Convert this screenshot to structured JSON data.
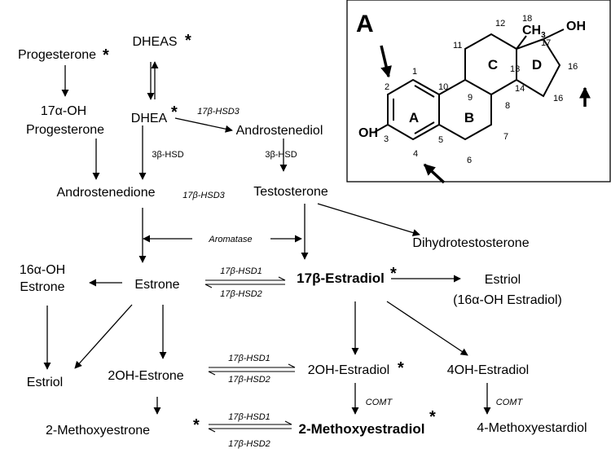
{
  "metabolites": {
    "progesterone": "Progesterone",
    "dheas": "DHEAS",
    "oh17_progesterone_1": "17α-OH",
    "oh17_progesterone_2": "Progesterone",
    "dhea": "DHEA",
    "androstenediol": "Androstenediol",
    "androstenedione": "Androstenedione",
    "testosterone": "Testosterone",
    "dihydrotestosterone": "Dihydrotestosterone",
    "oh16_estrone_1": "16α-OH",
    "oh16_estrone_2": "Estrone",
    "estrone": "Estrone",
    "estradiol": "17β-Estradiol",
    "estriol_right": "Estriol",
    "estriol_right_note": "(16α-OH Estradiol)",
    "estriol_left": "Estriol",
    "oh2_estrone": "2OH-Estrone",
    "oh2_estradiol": "2OH-Estradiol",
    "oh4_estradiol": "4OH-Estradiol",
    "methoxyestrone": "2-Methoxyestrone",
    "methoxyestradiol": "2-Methoxyestradiol",
    "methoxyestardiol4": "4-Methoxyestardiol"
  },
  "enzymes": {
    "hsd3_a": "3β-HSD",
    "hsd3_b": "3β-HSD",
    "hsd17b3_a": "17β-HSD3",
    "hsd17b3_b": "17β-HSD3",
    "aromatase": "Aromatase",
    "hsd1_a": "17β-HSD1",
    "hsd2_a": "17β-HSD2",
    "hsd1_b": "17β-HSD1",
    "hsd2_b": "17β-HSD2",
    "hsd1_c": "17β-HSD1",
    "hsd2_c": "17β-HSD2",
    "comt_a": "COMT",
    "comt_b": "COMT"
  },
  "marker": "*",
  "structure": {
    "panel_label": "A",
    "rings": {
      "a": "A",
      "b": "B",
      "c": "C",
      "d": "D"
    },
    "oh_left": "OH",
    "oh_right": "OH",
    "ch3": "CH",
    "ch3_sub": "3",
    "atoms": [
      "1",
      "2",
      "3",
      "4",
      "5",
      "6",
      "7",
      "8",
      "9",
      "10",
      "11",
      "12",
      "13",
      "14",
      "16",
      "16",
      "17",
      "18"
    ]
  }
}
